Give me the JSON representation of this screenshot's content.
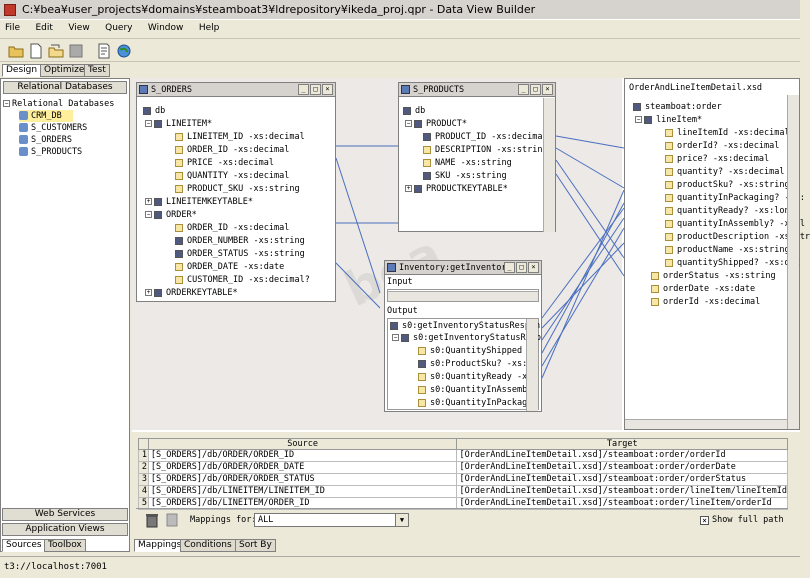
{
  "window": {
    "title": "C:¥bea¥user_projects¥domains¥steamboat3¥ldrepository¥ikeda_proj.qpr - Data View Builder"
  },
  "menu": [
    "File",
    "Edit",
    "View",
    "Query",
    "Window",
    "Help"
  ],
  "mode_tabs": [
    "Design",
    "Optimize",
    "Test"
  ],
  "sources": {
    "header": "Relational Databases",
    "root": "Relational Databases",
    "items": [
      "CRM_DB",
      "S_CUSTOMERS",
      "S_ORDERS",
      "S_PRODUCTS"
    ],
    "selected": "CRM_DB",
    "bottom_buttons": [
      "Web Services",
      "Application Views"
    ],
    "bottom_tabs": [
      "Sources",
      "Toolbox"
    ]
  },
  "s_orders": {
    "title": "S_ORDERS",
    "rows": [
      "db",
      "LINEITEM*",
      "LINEITEM_ID -xs:decimal",
      "ORDER_ID -xs:decimal",
      "PRICE -xs:decimal",
      "QUANTITY -xs:decimal",
      "PRODUCT_SKU -xs:string",
      "LINEITEMKEYTABLE*",
      "ORDER*",
      "ORDER_ID -xs:decimal",
      "ORDER_NUMBER -xs:string",
      "ORDER_STATUS -xs:string",
      "ORDER_DATE -xs:date",
      "CUSTOMER_ID -xs:decimal?",
      "ORDERKEYTABLE*"
    ]
  },
  "s_products": {
    "title": "S_PRODUCTS",
    "rows": [
      "db",
      "PRODUCT*",
      "PRODUCT_ID -xs:decimal",
      "DESCRIPTION -xs:string",
      "NAME -xs:string",
      "SKU -xs:string",
      "PRODUCTKEYTABLE*"
    ]
  },
  "inventory": {
    "title": "Inventory:getInventor",
    "input_label": "Input",
    "output_label": "Output",
    "rows": [
      "s0:getInventoryStatusRespon",
      "s0:getInventoryStatusResp",
      "s0:QuantityShipped -x",
      "s0:ProductSku? -xs:st",
      "s0:QuantityReady -xs",
      "s0:QuantityInAssembl",
      "s0:QuantityInPackagi"
    ]
  },
  "target": {
    "title": "OrderAndLineItemDetail.xsd",
    "rows": [
      "steamboat:order",
      "lineItem*",
      "lineItemId -xs:decimal",
      "orderId? -xs:decimal",
      "price? -xs:decimal",
      "quantity? -xs:decimal",
      "productSku? -xs:string",
      "quantityInPackaging? -xs:",
      "quantityReady? -xs:long",
      "quantityInAssembly? -xs:l",
      "productDescription -xs:str",
      "productName -xs:string",
      "quantityShipped? -xs:dec",
      "orderStatus -xs:string",
      "orderDate -xs:date",
      "orderId -xs:decimal"
    ]
  },
  "mappings": {
    "headers": [
      "Source",
      "Target"
    ],
    "rows": [
      {
        "n": "1",
        "source": "[S_ORDERS]/db/ORDER/ORDER_ID",
        "target": "[OrderAndLineItemDetail.xsd]/steamboat:order/orderId"
      },
      {
        "n": "2",
        "source": "[S_ORDERS]/db/ORDER/ORDER_DATE",
        "target": "[OrderAndLineItemDetail.xsd]/steamboat:order/orderDate"
      },
      {
        "n": "3",
        "source": "[S_ORDERS]/db/ORDER/ORDER_STATUS",
        "target": "[OrderAndLineItemDetail.xsd]/steamboat:order/orderStatus"
      },
      {
        "n": "4",
        "source": "[S_ORDERS]/db/LINEITEM/LINEITEM_ID",
        "target": "[OrderAndLineItemDetail.xsd]/steamboat:order/lineItem/lineItemId"
      },
      {
        "n": "5",
        "source": "[S_ORDERS]/db/LINEITEM/ORDER_ID",
        "target": "[OrderAndLineItemDetail.xsd]/steamboat:order/lineItem/orderId"
      }
    ],
    "mappings_for_label": "Mappings for:",
    "mappings_for_value": "ALL",
    "show_full_path": "Show full path",
    "bottom_tabs": [
      "Mappings",
      "Conditions",
      "Sort By"
    ]
  },
  "status": {
    "text": "t3://localhost:7001"
  }
}
